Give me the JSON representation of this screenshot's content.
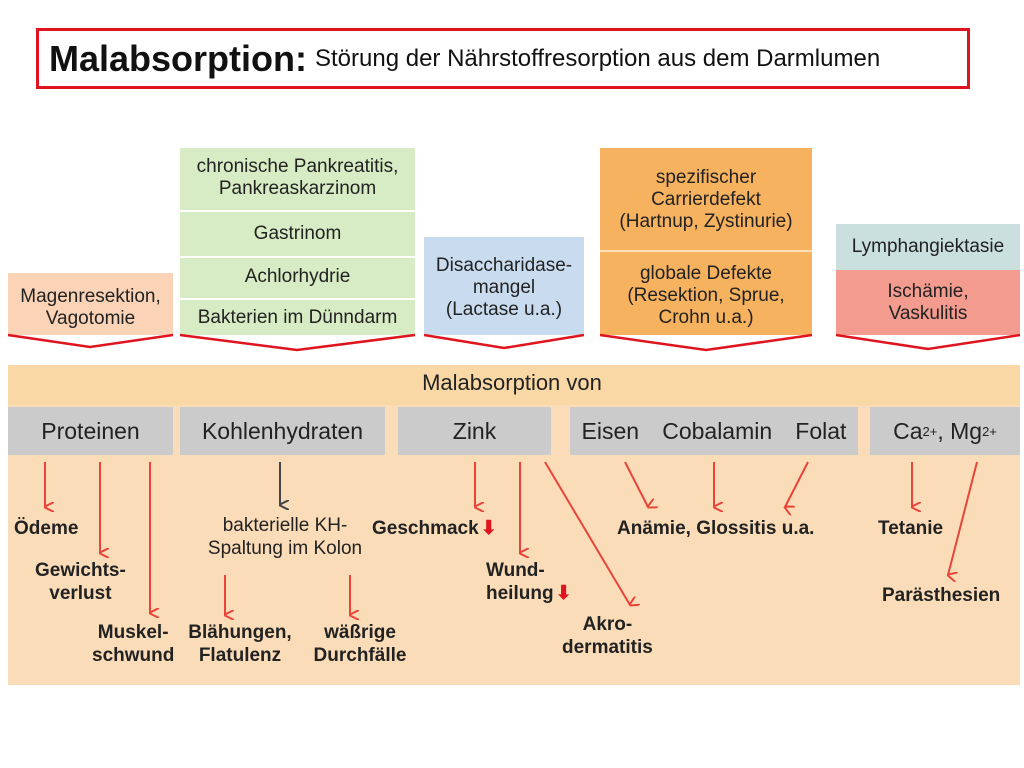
{
  "title": {
    "main": "Malabsorption:",
    "subtitle": "Störung der Nährstoffresorption aus dem Darmlumen"
  },
  "causes": {
    "col1": [
      "Magenresektion,",
      "Vagotomie"
    ],
    "col2": [
      "chronische Pankreatitis,",
      "Pankreaskarzinom",
      "Gastrinom",
      "Achlorhydrie",
      "Bakterien im Dünndarm"
    ],
    "col3": [
      "Disaccharidase-",
      "mangel",
      "(Lactase u.a.)"
    ],
    "col4": [
      "spezifischer",
      "Carrierdefekt",
      "(Hartnup, Zystinurie)",
      "globale Defekte",
      "(Resektion, Sprue,",
      "Crohn u.a.)"
    ],
    "col5": [
      "Lymphangiektasie",
      "Ischämie,",
      "Vaskulitis"
    ]
  },
  "band_label": "Malabsorption von",
  "categories": {
    "proteins": "Proteinen",
    "carbs": "Kohlenhydraten",
    "zinc": "Zink",
    "iron": "Eisen",
    "cobalamin": "Cobalamin",
    "folate": "Folat",
    "ca": "Ca",
    "ca_sup": "2+",
    "mg": ", Mg",
    "mg_sup": "2+"
  },
  "effects": {
    "oedeme": "Ödeme",
    "weight": [
      "Gewichts-",
      "verlust"
    ],
    "muscle": [
      "Muskel-",
      "schwund"
    ],
    "bacterial": [
      "bakterielle KH-",
      "Spaltung im Kolon"
    ],
    "bloating": [
      "Blähungen,",
      "Flatulenz"
    ],
    "diarrhea": [
      "wäßrige",
      "Durchfälle"
    ],
    "taste": "Geschmack",
    "wound": [
      "Wund-",
      "heilung"
    ],
    "acro": [
      "Akro-",
      "dermatitis"
    ],
    "anemia": "Anämie, Glossitis u.a.",
    "tetany": "Tetanie",
    "paresthesia": "Parästhesien"
  },
  "colors": {
    "red": "#e0141e",
    "arrow": "#e8443a",
    "green": "#d7ecc4",
    "blue": "#c9dcef",
    "orange": "#f6b25e",
    "salmon": "#f9c4a6",
    "gray": "#cbcbcb"
  }
}
